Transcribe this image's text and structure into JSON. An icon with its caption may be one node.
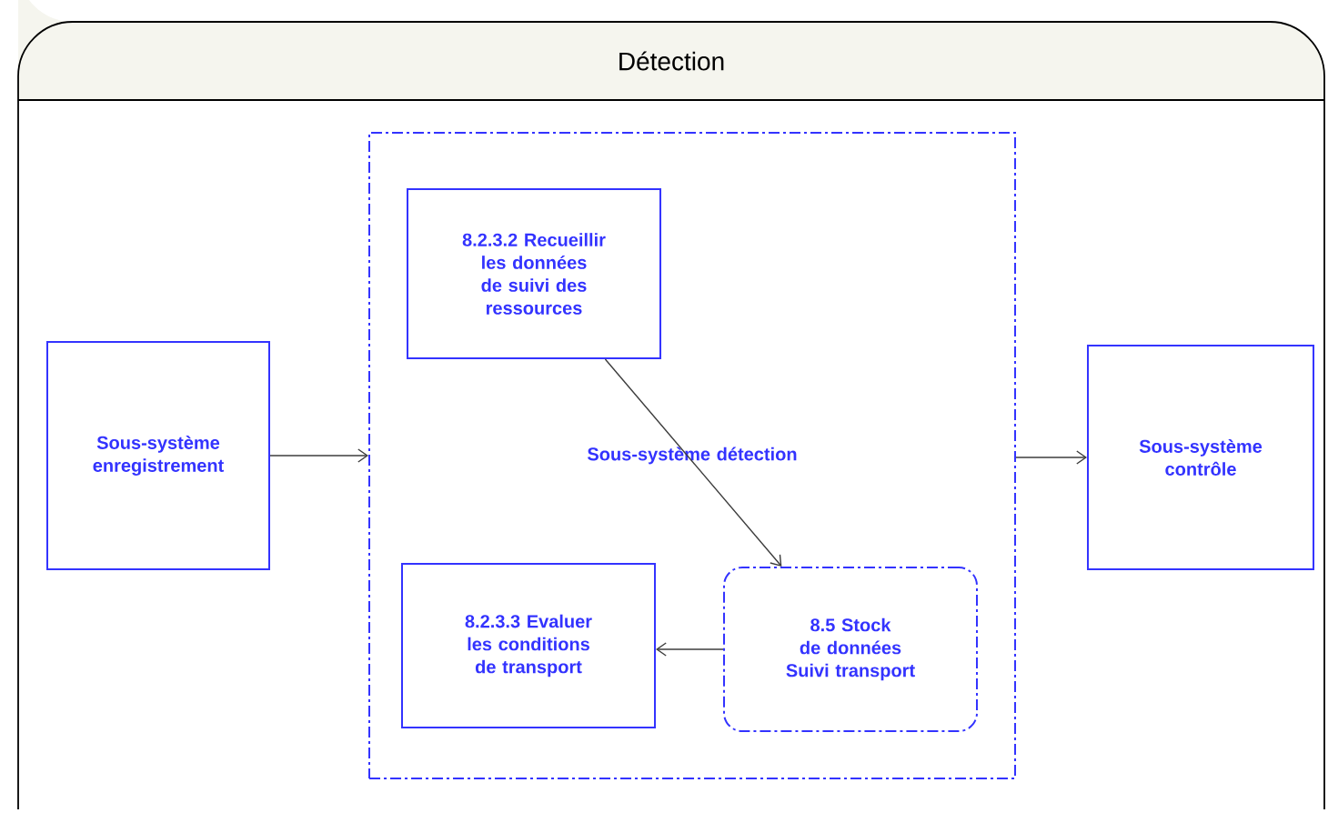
{
  "diagram": {
    "nodes": [
      {
        "text": [
          "Détection"
        ]
      },
      {
        "text": [
          "Sous-système enregistrement"
        ],
        "in": 0
      },
      {
        "text": [
          "Sous-système détection"
        ],
        "in": 0
      },
      {
        "text": [
          "8.2.3.2 Recueillir les données de suivi des ressources"
        ],
        "in": 2
      },
      {
        "text": [
          "8.2.3.3 Evaluer les conditions de transport"
        ],
        "in": 2
      },
      {
        "text": [
          "8.5 Stock de données Suivi transport"
        ],
        "in": 2
      },
      {
        "text": [
          "Sous-système contrôle"
        ],
        "in": 0
      }
    ],
    "edges": [
      {
        "from": 1,
        "to": 2,
        "arrow": "to"
      },
      {
        "from": 2,
        "to": 6,
        "arrow": "to"
      },
      {
        "from": 3,
        "to": 5,
        "arrow": "to"
      },
      {
        "from": 5,
        "to": 4,
        "arrow": "to"
      }
    ]
  }
}
